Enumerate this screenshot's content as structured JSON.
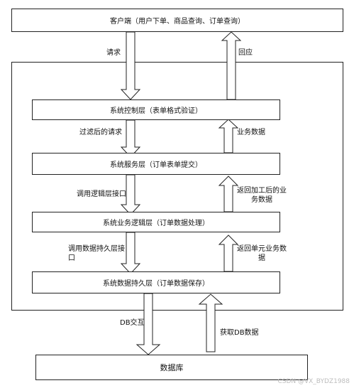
{
  "client": {
    "label": "客户端（用户下单、商品查询、订单查询）"
  },
  "client_arrows": {
    "down": "请求",
    "up": "回应"
  },
  "layers": [
    {
      "label": "系统控制层（表单格式验证）"
    },
    {
      "label": "系统服务层（订单表单提交）"
    },
    {
      "label": "系统业务逻辑层（订单数据处理）"
    },
    {
      "label": "系统数据持久层（订单数据保存）"
    }
  ],
  "layer_arrows": [
    {
      "down": "过滤后的请求",
      "up": "业务数据"
    },
    {
      "down": "调用逻辑层接口",
      "up": "返回加工后的业务数据"
    },
    {
      "down": "调用数据持久层接口",
      "up": "返回单元业务数据"
    }
  ],
  "database": {
    "label": "数据库",
    "down": "DB交互",
    "up": "获取DB数据"
  },
  "watermark": "CSDN @VX_BYDZ1988"
}
